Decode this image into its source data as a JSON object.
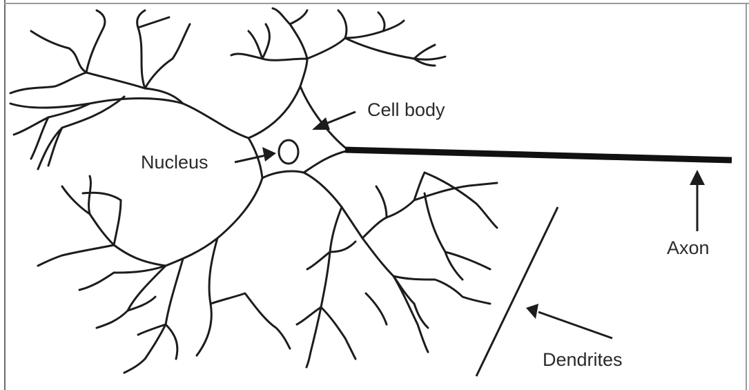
{
  "diagram": {
    "labels": {
      "cell_body": "Cell body",
      "nucleus": "Nucleus",
      "axon": "Axon",
      "dendrites": "Dendrites"
    }
  }
}
